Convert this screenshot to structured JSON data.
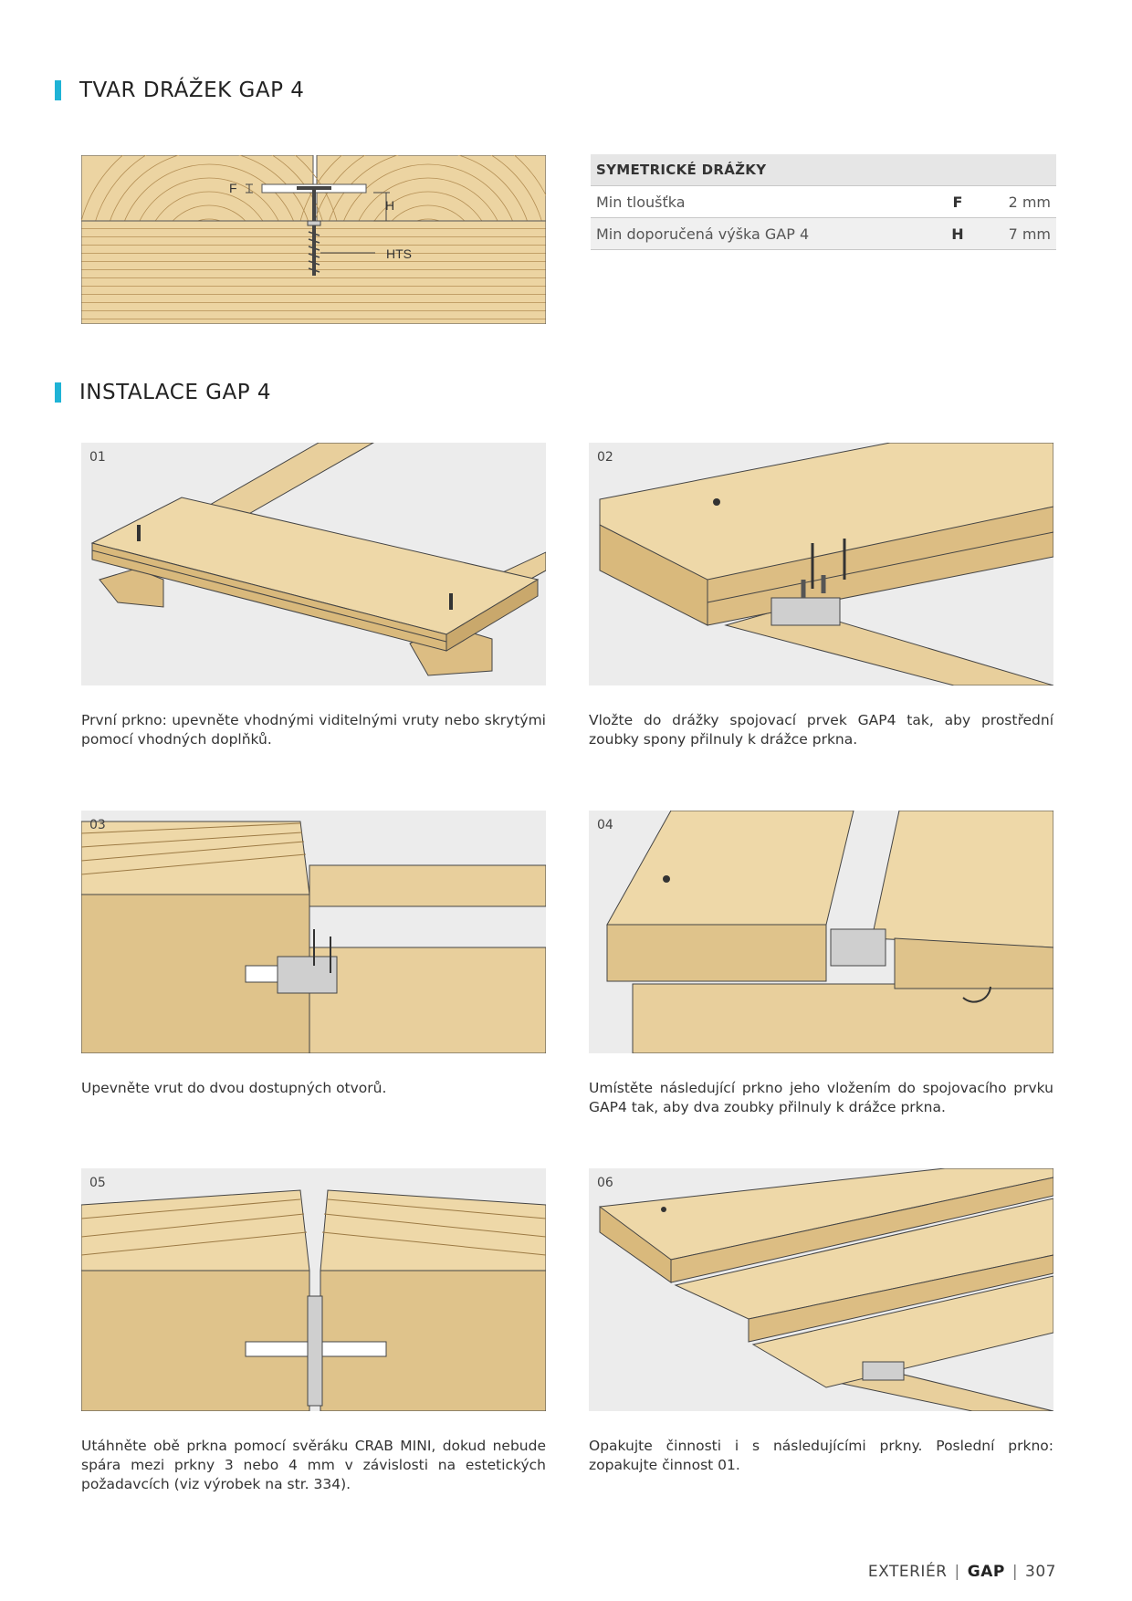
{
  "sections": {
    "shape_title": "TVAR DRÁŽEK GAP 4",
    "install_title": "INSTALACE GAP 4"
  },
  "diagram": {
    "label_f": "F",
    "label_h": "H",
    "label_hts": "HTS"
  },
  "spec_table": {
    "header": "SYMETRICKÉ DRÁŽKY",
    "rows": [
      {
        "label": "Min tloušťka",
        "symbol": "F",
        "value": "2 mm"
      },
      {
        "label": "Min doporučená výška GAP 4",
        "symbol": "H",
        "value": "7 mm"
      }
    ]
  },
  "steps": [
    {
      "num": "01",
      "caption": "První prkno: upevněte vhodnými viditelnými vruty nebo skrytými pomocí vhodných doplňků."
    },
    {
      "num": "02",
      "caption": "Vložte do drážky spojovací prvek GAP4 tak, aby prostřední zoubky spony přilnuly k drážce prkna."
    },
    {
      "num": "03",
      "caption": "Upevněte vrut do dvou dostupných otvorů."
    },
    {
      "num": "04",
      "caption": "Umístěte následující prkno jeho vložením do spojovacího prvku GAP4 tak, aby dva zoubky přilnuly k drážce prkna."
    },
    {
      "num": "05",
      "caption": "Utáhněte obě prkna pomocí svěráku CRAB MINI, dokud nebude spára mezi prkny 3 nebo 4 mm v závislosti na estetických požadavcích (viz výrobek na str. 334)."
    },
    {
      "num": "06",
      "caption": "Opakujte činnosti i s následujícími prkny. Poslední prkno: zopakujte činnost 01."
    }
  ],
  "footer": {
    "section": "EXTERIÉR",
    "brand": "GAP",
    "page": "307"
  },
  "colors": {
    "accent": "#1fb3d6",
    "wood": "#e8cf9c",
    "wood_dark": "#d9b97c",
    "panel_bg": "#ececec"
  }
}
